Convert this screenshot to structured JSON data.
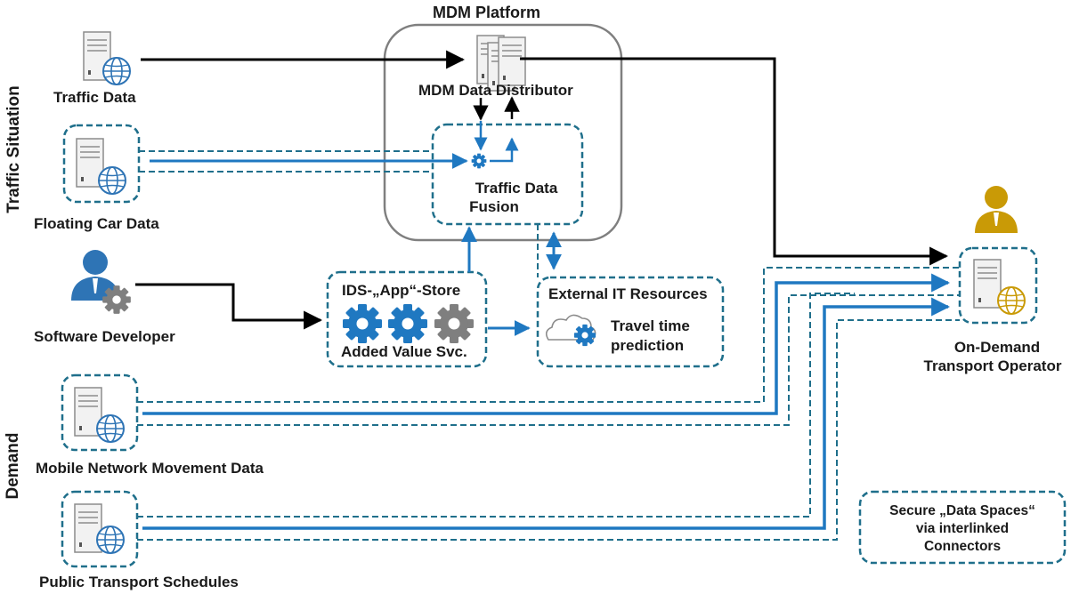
{
  "platform": {
    "title": "MDM Platform",
    "distributor_label": "MDM Data Distributor",
    "fusion_label_line1": "Traffic Data",
    "fusion_label_line2": "Fusion"
  },
  "sections": {
    "traffic_situation": "Traffic Situation",
    "demand": "Demand"
  },
  "sources": {
    "traffic_data": "Traffic Data",
    "floating_car_data": "Floating Car Data",
    "software_developer": "Software Developer",
    "mobile_network": "Mobile Network Movement Data",
    "public_transport": "Public Transport Schedules"
  },
  "app_store": {
    "title": "IDS-„App“-Store",
    "caption": "Added Value Svc."
  },
  "external_it": {
    "title": "External IT Resources",
    "service_line1": "Travel time",
    "service_line2": "prediction"
  },
  "operator": {
    "line1": "On-Demand",
    "line2": "Transport Operator"
  },
  "legend": {
    "line1": "Secure „Data Spaces“",
    "line2": "via interlinked",
    "line3": "Connectors"
  },
  "colors": {
    "connector_dash": "#1f6f8b",
    "data_flow": "#1f78c1",
    "platform_border": "#7f7f7f",
    "operator_user": "#c99a06",
    "developer_user": "#2e74b5",
    "gear_blue": "#1f78c1",
    "gear_grey": "#7f7f7f"
  }
}
